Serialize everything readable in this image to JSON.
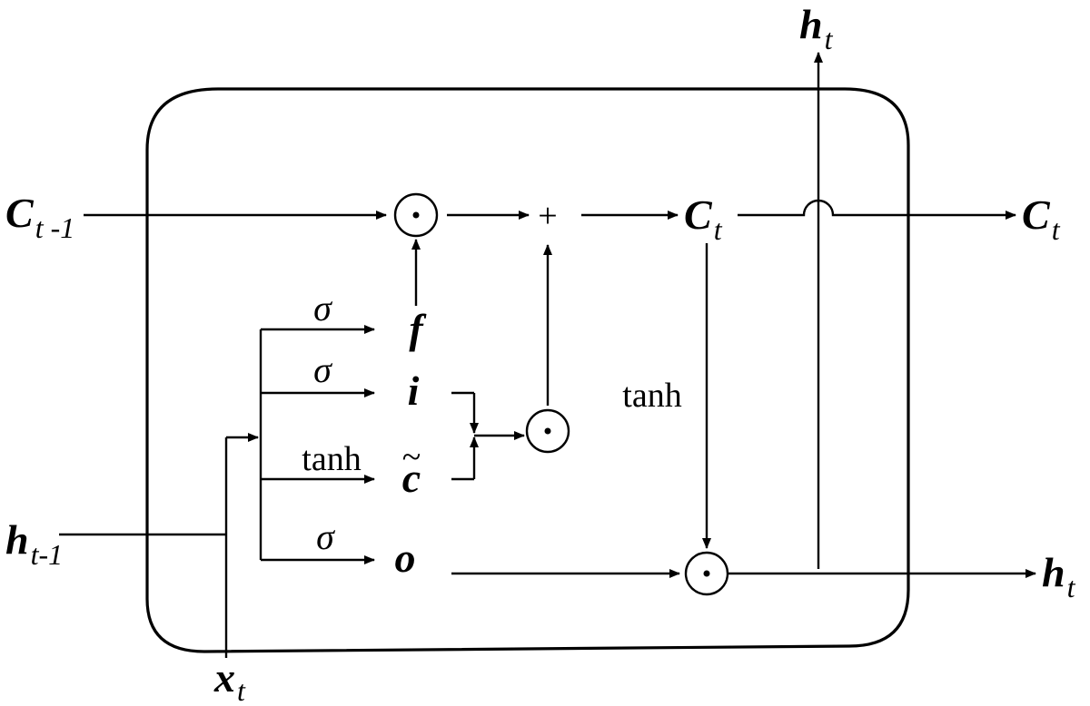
{
  "colors": {
    "line": "#000000",
    "background": "#ffffff"
  },
  "labels": {
    "c_prev": {
      "main": "C",
      "sub": "t -1"
    },
    "h_prev": {
      "main": "h",
      "sub": "t-1"
    },
    "x_t": {
      "main": "x",
      "sub": "t"
    },
    "c_t_inner": {
      "main": "C",
      "sub": "t"
    },
    "c_t_out": {
      "main": "C",
      "sub": "t"
    },
    "h_t_top": {
      "main": "h",
      "sub": "t"
    },
    "h_t_right": {
      "main": "h",
      "sub": "t"
    },
    "gate_f": "f",
    "gate_i": "i",
    "gate_c": "c",
    "gate_c_tilde": "~",
    "gate_o": "o",
    "sigma_f": "σ",
    "sigma_i": "σ",
    "tanh_c": "tanh",
    "sigma_o": "σ",
    "tanh_cell": "tanh",
    "plus": "+",
    "odot": "⊙"
  }
}
